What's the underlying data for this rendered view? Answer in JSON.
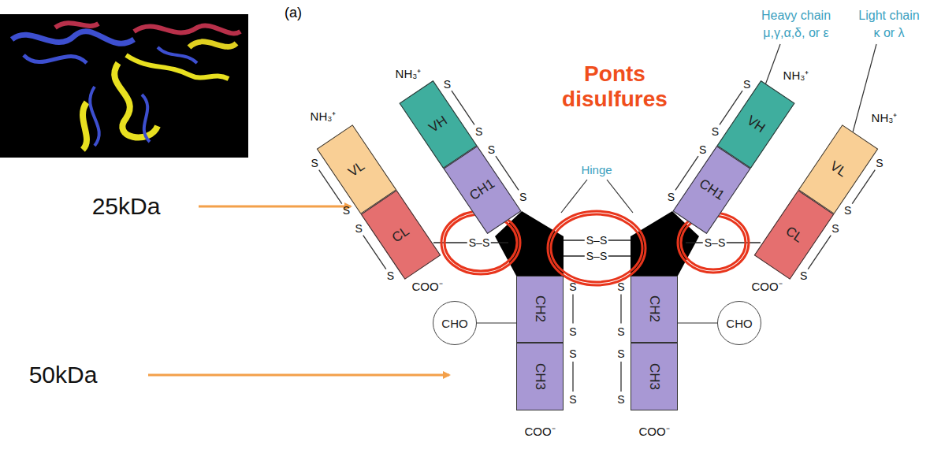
{
  "diagram": {
    "nodes": [
      {
        "text": [
          "VL"
        ]
      },
      {
        "text": [
          "CL"
        ]
      },
      {
        "text": [
          "VH"
        ]
      },
      {
        "text": [
          "CH1"
        ]
      },
      {
        "text": [
          "VH"
        ]
      },
      {
        "text": [
          "CH1"
        ]
      },
      {
        "text": [
          "VL"
        ]
      },
      {
        "text": [
          "CL"
        ]
      },
      {
        "text": [
          "CHO"
        ]
      },
      {
        "text": [
          "CH2"
        ]
      },
      {
        "text": [
          "CH3"
        ]
      },
      {
        "text": [
          "CH2"
        ]
      },
      {
        "text": [
          "CH3"
        ]
      },
      {
        "text": [
          "CHO"
        ]
      }
    ],
    "labels": [
      "(a)",
      "Heavy chain",
      "μ,γ,α,δ, or ε",
      "Light chain",
      "κ or λ",
      "Ponts disulfures",
      "Hinge",
      "25kDa",
      "50kDa",
      "NH₃⁺",
      "NH₃⁺",
      "NH₃⁺",
      "NH₃⁺",
      "COO⁻",
      "COO⁻",
      "COO⁻",
      "COO⁻",
      "S–S",
      "S–S",
      "S–S",
      "S–S",
      "S",
      "S",
      "S",
      "S",
      "S",
      "S",
      "S",
      "S",
      "S",
      "S",
      "S",
      "S",
      "S",
      "S",
      "S",
      "S",
      "S",
      "S",
      "S",
      "S",
      "S",
      "S",
      "S",
      "S"
    ]
  }
}
